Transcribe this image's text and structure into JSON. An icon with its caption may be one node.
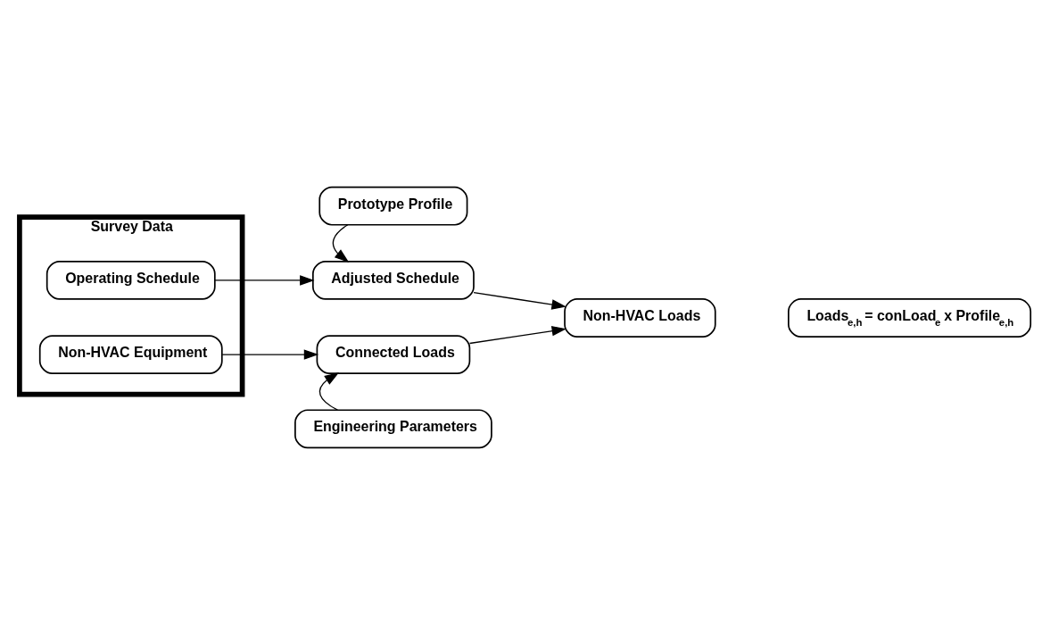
{
  "diagram": {
    "nodes": [
      {
        "text": [
          "Survey Data"
        ]
      },
      {
        "text": [
          "Operating Schedule"
        ],
        "in": 0
      },
      {
        "text": [
          "Non-HVAC Equipment"
        ],
        "in": 0
      },
      {
        "text": [
          "Prototype Profile"
        ]
      },
      {
        "text": [
          "Adjusted Schedule"
        ]
      },
      {
        "text": [
          "Connected Loads"
        ]
      },
      {
        "text": [
          "Engineering Parameters"
        ]
      },
      {
        "text": [
          "Non-HVAC Loads"
        ]
      },
      {
        "text": [
          "Loads$_{e,h}$ = conLoad$_{e}$ x Profile$_{e,h}$"
        ]
      }
    ],
    "edges": [
      {
        "from": 3,
        "to": 4,
        "arrow": "to"
      },
      {
        "from": 1,
        "to": 4,
        "arrow": "to"
      },
      {
        "from": 2,
        "to": 5,
        "arrow": "to"
      },
      {
        "from": 6,
        "to": 5,
        "arrow": "to"
      },
      {
        "from": 4,
        "to": 7,
        "arrow": "to"
      },
      {
        "from": 5,
        "to": 7,
        "arrow": "to"
      }
    ]
  }
}
